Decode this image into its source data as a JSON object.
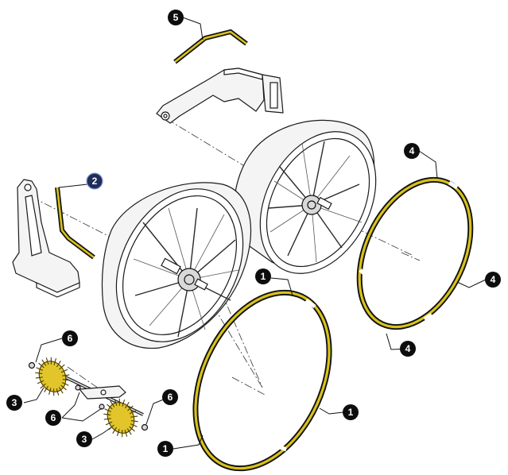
{
  "callouts": [
    {
      "id": "c5",
      "label": "5"
    },
    {
      "id": "c2",
      "label": "2"
    },
    {
      "id": "c4a",
      "label": "4"
    },
    {
      "id": "c4b",
      "label": "4"
    },
    {
      "id": "c4c",
      "label": "4"
    },
    {
      "id": "c1a",
      "label": "1"
    },
    {
      "id": "c1b",
      "label": "1"
    },
    {
      "id": "c1c",
      "label": "1"
    },
    {
      "id": "c6a",
      "label": "6"
    },
    {
      "id": "c6b",
      "label": "6"
    },
    {
      "id": "c6c",
      "label": "6"
    },
    {
      "id": "c3a",
      "label": "3"
    },
    {
      "id": "c3b",
      "label": "3"
    }
  ],
  "colors": {
    "seal_yellow": "#d8c21a",
    "outline": "#111111",
    "highlight_callout": "#1f2d5a"
  }
}
